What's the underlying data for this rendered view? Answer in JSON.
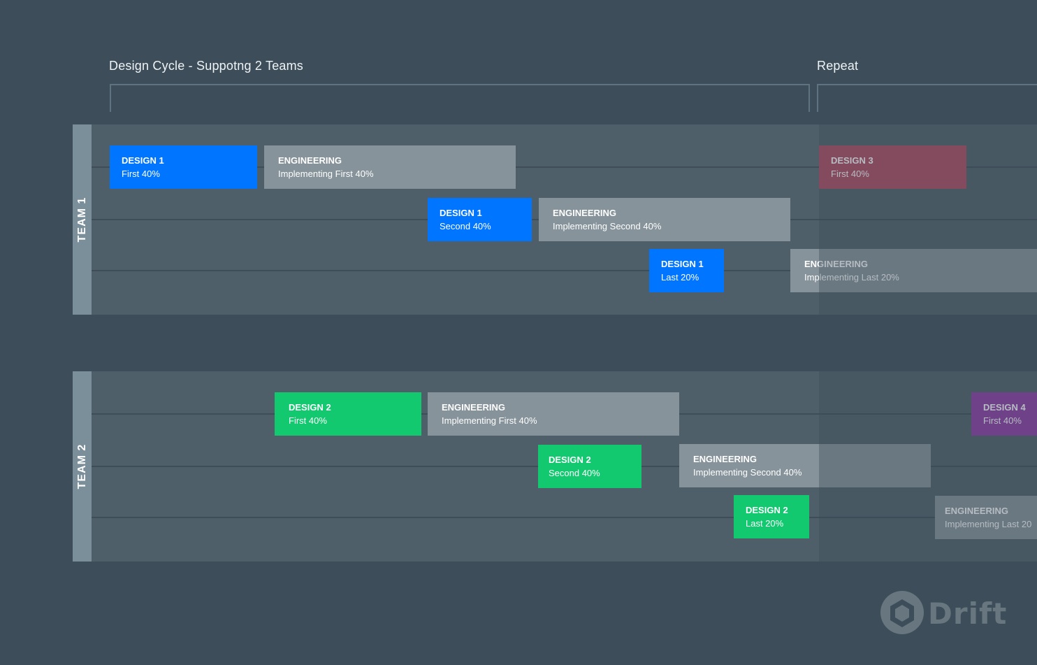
{
  "headings": {
    "cycle": "Design Cycle - Suppotng 2 Teams",
    "repeat": "Repeat"
  },
  "teams": [
    {
      "label": "TEAM 1",
      "blocks": [
        {
          "title": "DESIGN 1",
          "subtitle": "First 40%",
          "kind": "design"
        },
        {
          "title": "ENGINEERING",
          "subtitle": "Implementing First 40%",
          "kind": "engineering"
        },
        {
          "title": "DESIGN 1",
          "subtitle": "Second 40%",
          "kind": "design"
        },
        {
          "title": "ENGINEERING",
          "subtitle": "Implementing Second 40%",
          "kind": "engineering"
        },
        {
          "title": "DESIGN 1",
          "subtitle": "Last 20%",
          "kind": "design"
        },
        {
          "title": "ENGINEERING",
          "subtitle": "Implementing Last 20%",
          "kind": "engineering"
        },
        {
          "title": "DESIGN 3",
          "subtitle": "First 40%",
          "kind": "design"
        }
      ]
    },
    {
      "label": "TEAM 2",
      "blocks": [
        {
          "title": "DESIGN 2",
          "subtitle": "First 40%",
          "kind": "design"
        },
        {
          "title": "ENGINEERING",
          "subtitle": "Implementing First 40%",
          "kind": "engineering"
        },
        {
          "title": "DESIGN 2",
          "subtitle": "Second 40%",
          "kind": "design"
        },
        {
          "title": "ENGINEERING",
          "subtitle": "Implementing Second 40%",
          "kind": "engineering"
        },
        {
          "title": "DESIGN 2",
          "subtitle": "Last 20%",
          "kind": "design"
        },
        {
          "title": "ENGINEERING",
          "subtitle": "Implementing Last 20",
          "kind": "engineering"
        },
        {
          "title": "DESIGN 4",
          "subtitle": "First 40%",
          "kind": "design"
        }
      ]
    }
  ],
  "logo": {
    "text": "Drift",
    "icon": "drift-logo-icon"
  },
  "colors": {
    "background": "#3d4d59",
    "panel": "#4e5f6a",
    "team_bar": "#7b8f9b",
    "design_team1": "#0075ff",
    "design_team2": "#13c96f",
    "engineering": "#86939b",
    "design3": "#b04a62",
    "design4": "#8e3aa6"
  }
}
